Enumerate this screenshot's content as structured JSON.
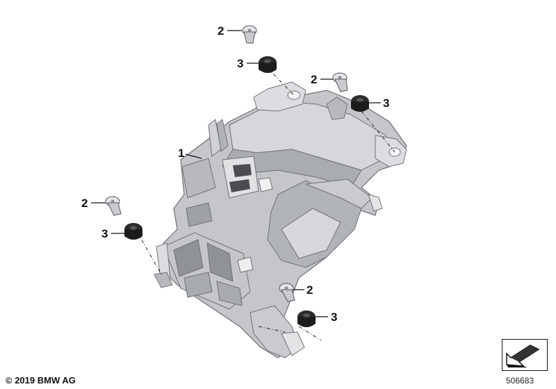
{
  "callouts": {
    "bracket": "1",
    "screw": "2",
    "grommet": "3"
  },
  "footer": {
    "copyright": "© 2019 BMW AG",
    "diagram_number": "506683"
  },
  "colors": {
    "part_fill": "#c4c6c9",
    "part_shadow": "#9ea1a5",
    "part_light": "#e2e3e5",
    "grommet": "#1c1c1c",
    "screw": "#d9dadc"
  },
  "icons": {
    "logo": "parts-catalog-arrow-icon"
  }
}
